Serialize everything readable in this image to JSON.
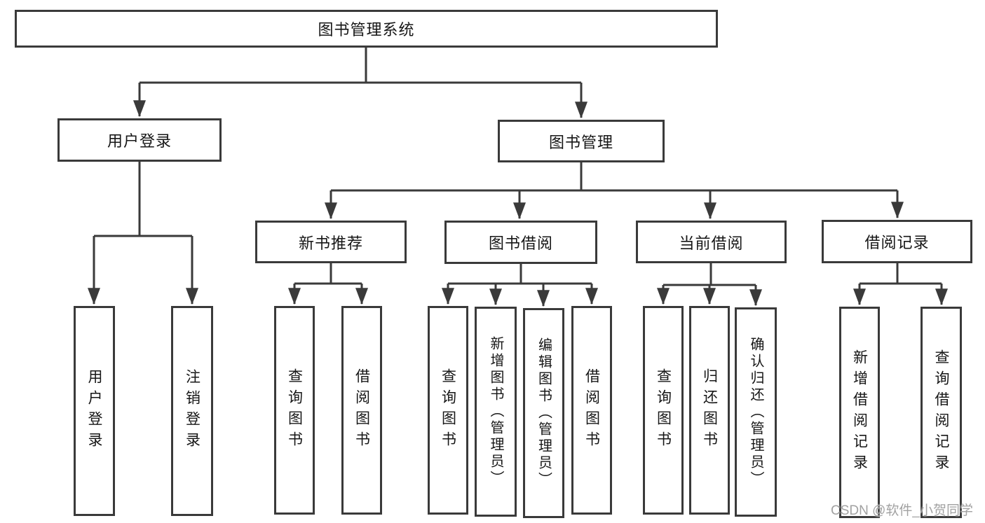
{
  "tree": {
    "label": "图书管理系统",
    "children": [
      {
        "label": "用户登录",
        "children": [
          {
            "label": "用户登录"
          },
          {
            "label": "注销登录"
          }
        ]
      },
      {
        "label": "图书管理",
        "children": [
          {
            "label": "新书推荐",
            "children": [
              {
                "label": "查询图书"
              },
              {
                "label": "借阅图书"
              }
            ]
          },
          {
            "label": "图书借阅",
            "children": [
              {
                "label": "查询图书"
              },
              {
                "label": "新增图书（管理员）"
              },
              {
                "label": "编辑图书（管理员）"
              },
              {
                "label": "借阅图书"
              }
            ]
          },
          {
            "label": "当前借阅",
            "children": [
              {
                "label": "查询图书"
              },
              {
                "label": "归还图书"
              },
              {
                "label": "确认归还（管理员）"
              }
            ]
          },
          {
            "label": "借阅记录",
            "children": [
              {
                "label": "新增借阅记录"
              },
              {
                "label": "查询借阅记录"
              }
            ]
          }
        ]
      }
    ]
  },
  "watermark": {
    "text": "CSDN @软件_小贺同学"
  },
  "colors": {
    "line": "#3a3a3a",
    "border": "#3a3a3a",
    "text": "#161616",
    "bg": "#ffffff",
    "watermark": "#a2a2a2"
  }
}
